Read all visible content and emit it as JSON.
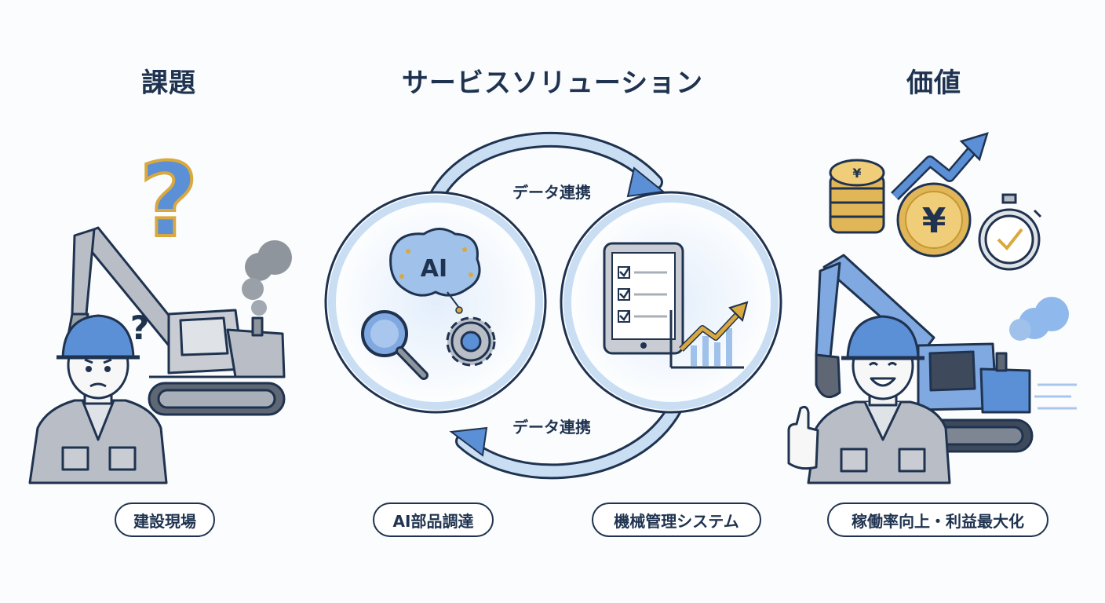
{
  "headings": {
    "problem": "課題",
    "solution": "サービスソリューション",
    "value": "価値"
  },
  "flows": {
    "top": "データ連携",
    "bottom": "データ連携"
  },
  "icons": {
    "ai_brain_text": "AI",
    "yen_symbol": "¥"
  },
  "labels": {
    "site": "建設現場",
    "ai_parts": "AI部品調達",
    "machine_mgmt": "機械管理システム",
    "value": "稼働率向上・利益最大化"
  },
  "colors": {
    "navy": "#1f3350",
    "blue": "#5b8fd6",
    "light_blue": "#c9ddf3",
    "gray": "#a9afb8",
    "gold": "#d9a93f"
  }
}
